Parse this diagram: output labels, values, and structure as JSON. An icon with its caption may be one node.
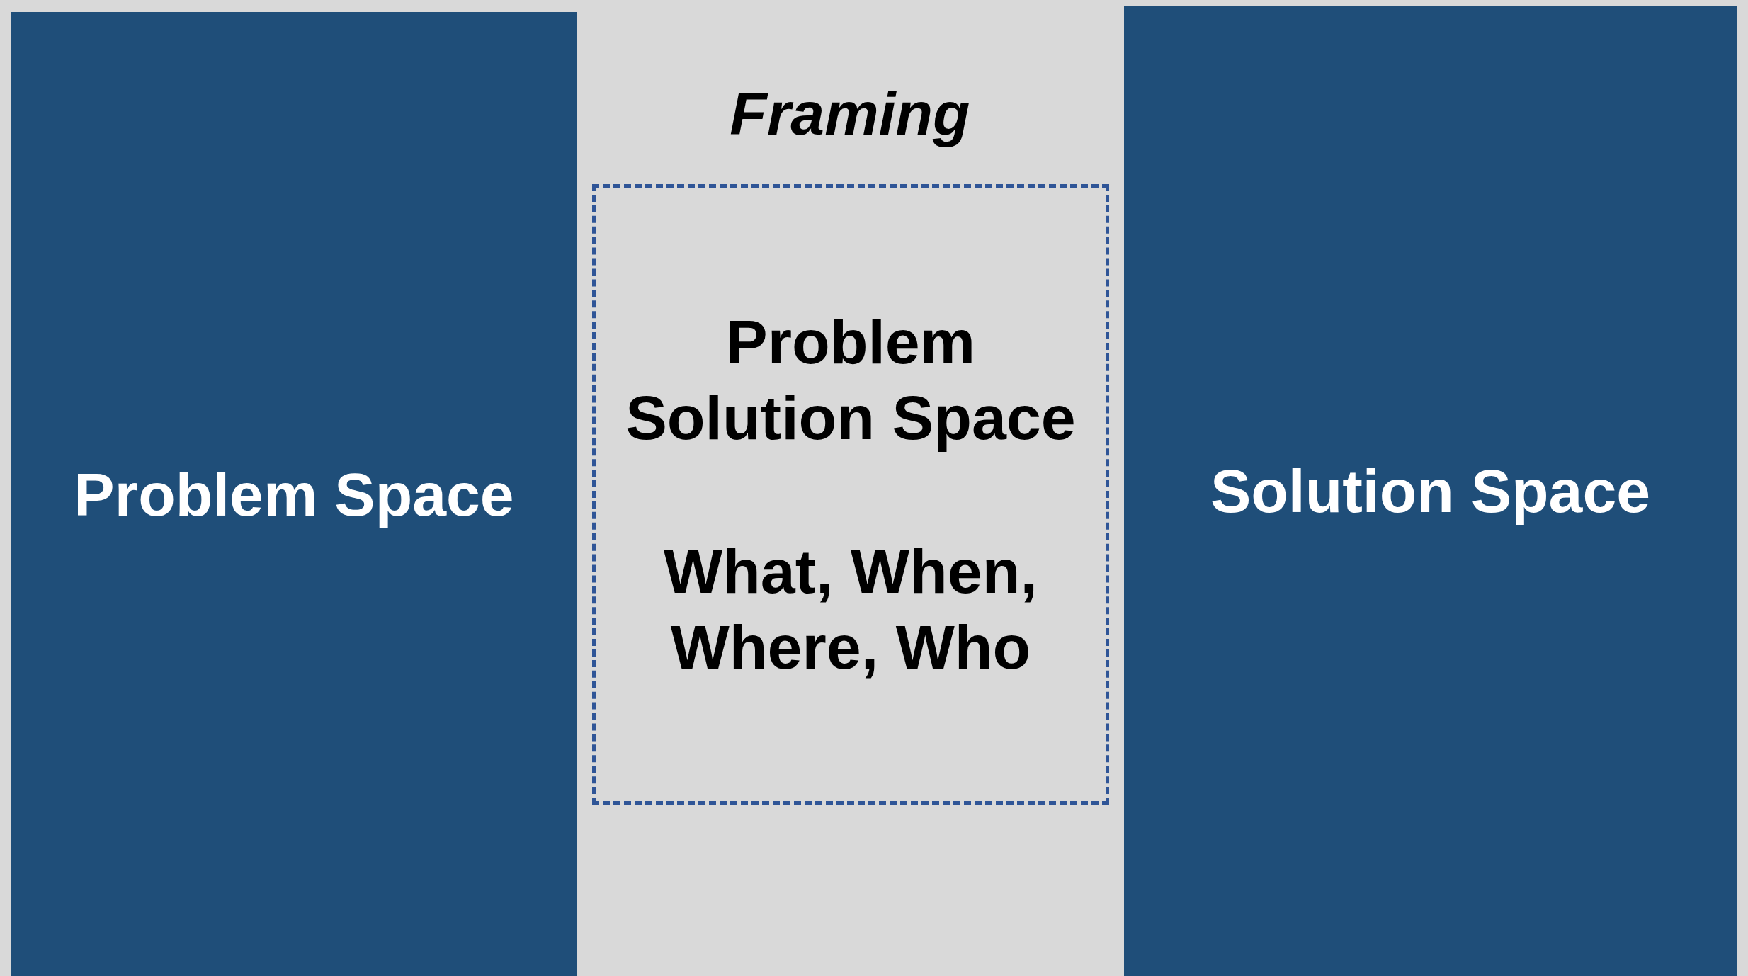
{
  "diagram": {
    "nodes": [
      {
        "text": [
          "Problem Space"
        ]
      },
      {
        "text": [
          "Problem Solution Space",
          "What, When, Where, Who"
        ]
      },
      {
        "text": [
          "Solution Space"
        ]
      }
    ],
    "labels": [
      "Framing"
    ]
  }
}
